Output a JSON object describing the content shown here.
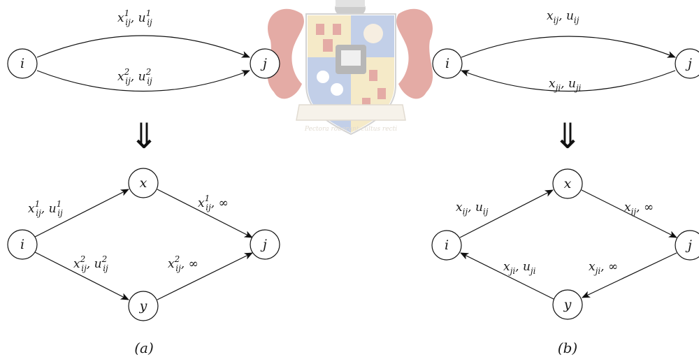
{
  "watermark": {
    "motto": "Pectora roborant cultus recti",
    "colors": {
      "red": "#c0392b",
      "gold": "#e8cf7e",
      "blue": "#6f8fc9",
      "dark": "#444444"
    }
  },
  "panel_a": {
    "caption": "(a)",
    "top": {
      "nodes": {
        "i": "i",
        "j": "j"
      },
      "edge1": {
        "x": "x",
        "xsub": "ij",
        "xsup": "1",
        "sep": ", ",
        "u": "u",
        "usub": "ij",
        "usup": "1"
      },
      "edge2": {
        "x": "x",
        "xsub": "ij",
        "xsup": "2",
        "sep": ", ",
        "u": "u",
        "usub": "ij",
        "usup": "2"
      }
    },
    "arrow": "⇓",
    "bottom": {
      "nodes": {
        "i": "i",
        "j": "j",
        "x": "x",
        "y": "y"
      },
      "edge_ix": {
        "x": "x",
        "xsub": "ij",
        "xsup": "1",
        "sep": ", ",
        "u": "u",
        "usub": "ij",
        "usup": "1"
      },
      "edge_xj": {
        "x": "x",
        "xsub": "ij",
        "xsup": "1",
        "sep": ", ",
        "inf": "∞"
      },
      "edge_iy": {
        "x": "x",
        "xsub": "ij",
        "xsup": "2",
        "sep": ", ",
        "u": "u",
        "usub": "ij",
        "usup": "2"
      },
      "edge_yj": {
        "x": "x",
        "xsub": "ij",
        "xsup": "2",
        "sep": ", ",
        "inf": "∞"
      }
    }
  },
  "panel_b": {
    "caption": "(b)",
    "top": {
      "nodes": {
        "i": "i",
        "j": "j"
      },
      "edge_ij": {
        "x": "x",
        "xsub": "ij",
        "sep": ", ",
        "u": "u",
        "usub": "ij"
      },
      "edge_ji": {
        "x": "x",
        "xsub": "ji",
        "sep": ", ",
        "u": "u",
        "usub": "ji"
      }
    },
    "arrow": "⇓",
    "bottom": {
      "nodes": {
        "i": "i",
        "j": "j",
        "x": "x",
        "y": "y"
      },
      "edge_ix": {
        "x": "x",
        "xsub": "ij",
        "sep": ", ",
        "u": "u",
        "usub": "ij"
      },
      "edge_xj": {
        "x": "x",
        "xsub": "ij",
        "sep": ", ",
        "inf": "∞"
      },
      "edge_jy": {
        "x": "x",
        "xsub": "ji",
        "sep": ", ",
        "inf": "∞"
      },
      "edge_yi": {
        "x": "x",
        "xsub": "ji",
        "sep": ", ",
        "u": "u",
        "usub": "ji"
      }
    }
  }
}
